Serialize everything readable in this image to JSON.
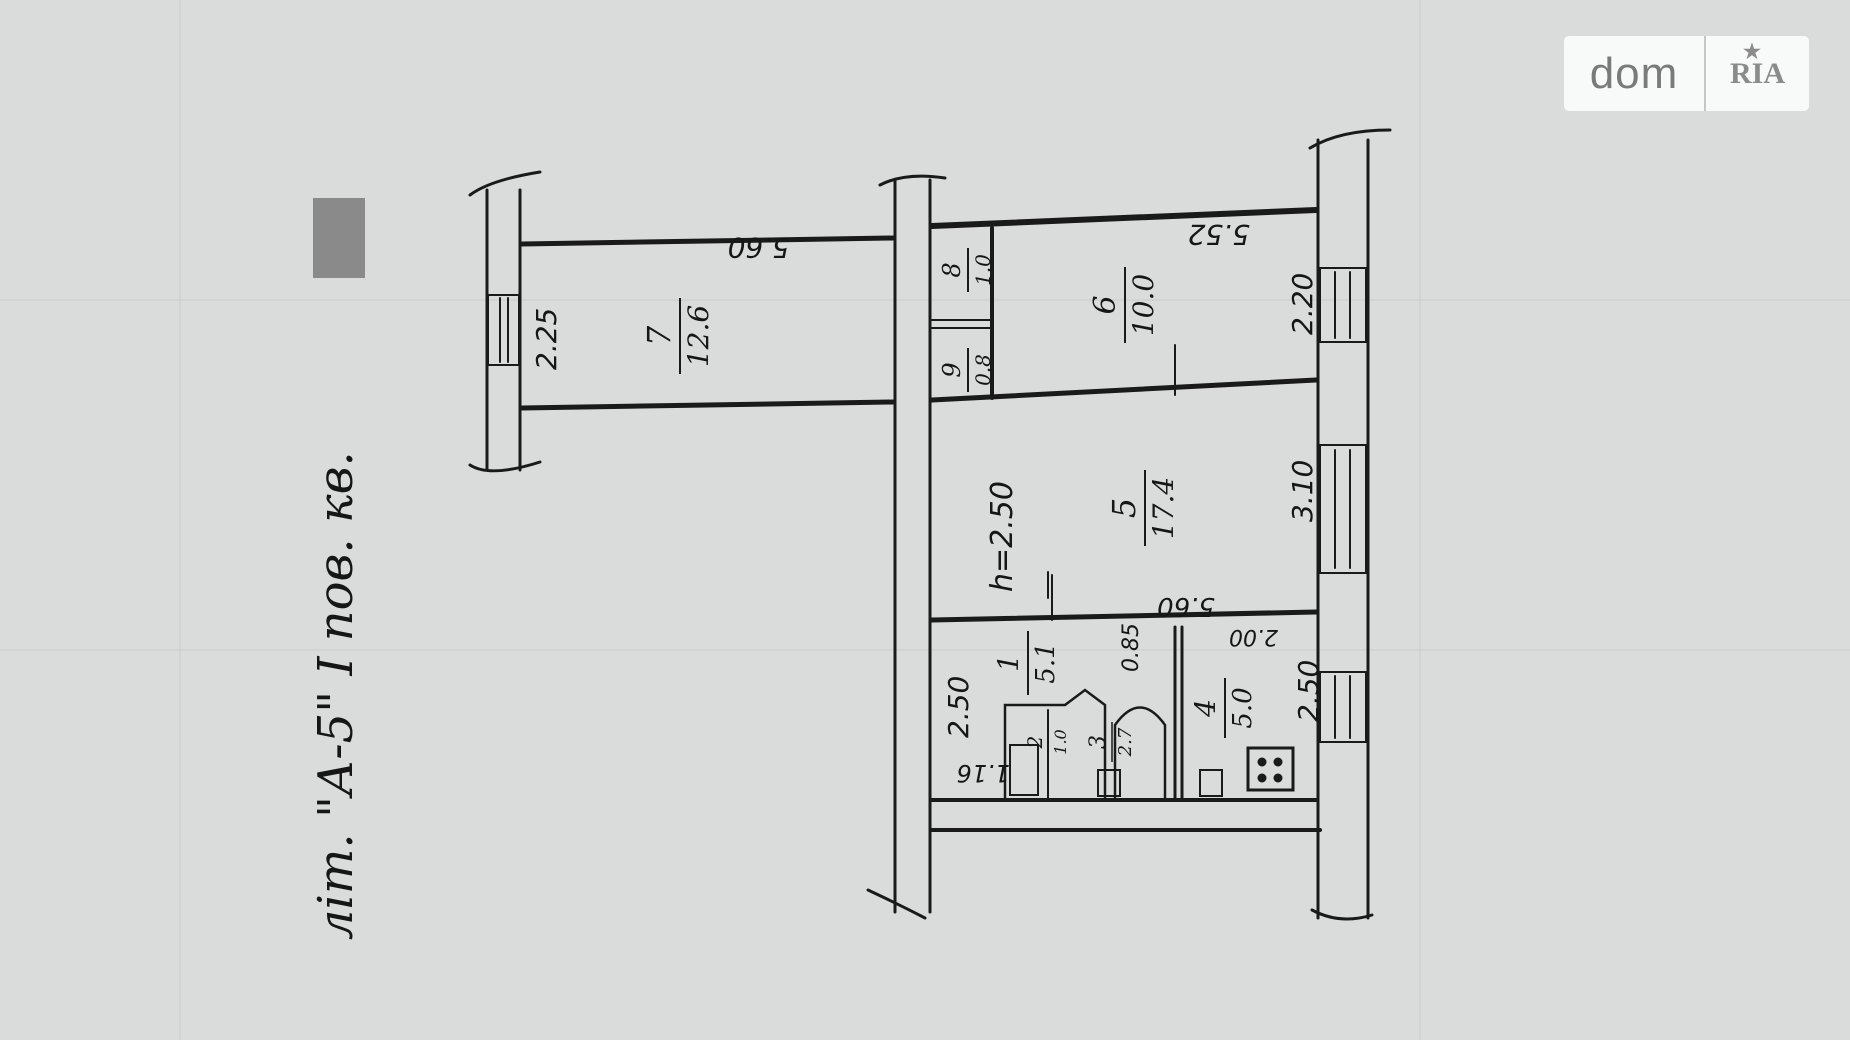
{
  "plan": {
    "heading": "літ. \"А-5\" I пов. кв.",
    "height_label": "h=2.50",
    "rooms": [
      {
        "id": "1",
        "area": "5.1"
      },
      {
        "id": "2",
        "area": "1.0"
      },
      {
        "id": "3",
        "area": "2.7"
      },
      {
        "id": "4",
        "area": "5.0"
      },
      {
        "id": "5",
        "area": "17.4"
      },
      {
        "id": "6",
        "area": "10.0"
      },
      {
        "id": "7",
        "area": "12.6"
      },
      {
        "id": "8",
        "area": "1.0"
      },
      {
        "id": "9",
        "area": "0.8"
      }
    ],
    "dimensions": {
      "d_2_25": "2.25",
      "d_5_60_top": "5.60",
      "d_5_52": "5.52",
      "d_2_20": "2.20",
      "d_3_10": "3.10",
      "d_5_60_mid": "5.60",
      "d_2_50_left": "2.50",
      "d_2_50_right": "2.50",
      "d_1_16": "1.16",
      "d_0_85": "0.85",
      "d_2_00": "2.00"
    }
  },
  "logo": {
    "dom": "dom",
    "ria": "RIA"
  },
  "colors": {
    "paper": "#d9dcda",
    "ink": "#1a1a1a"
  }
}
